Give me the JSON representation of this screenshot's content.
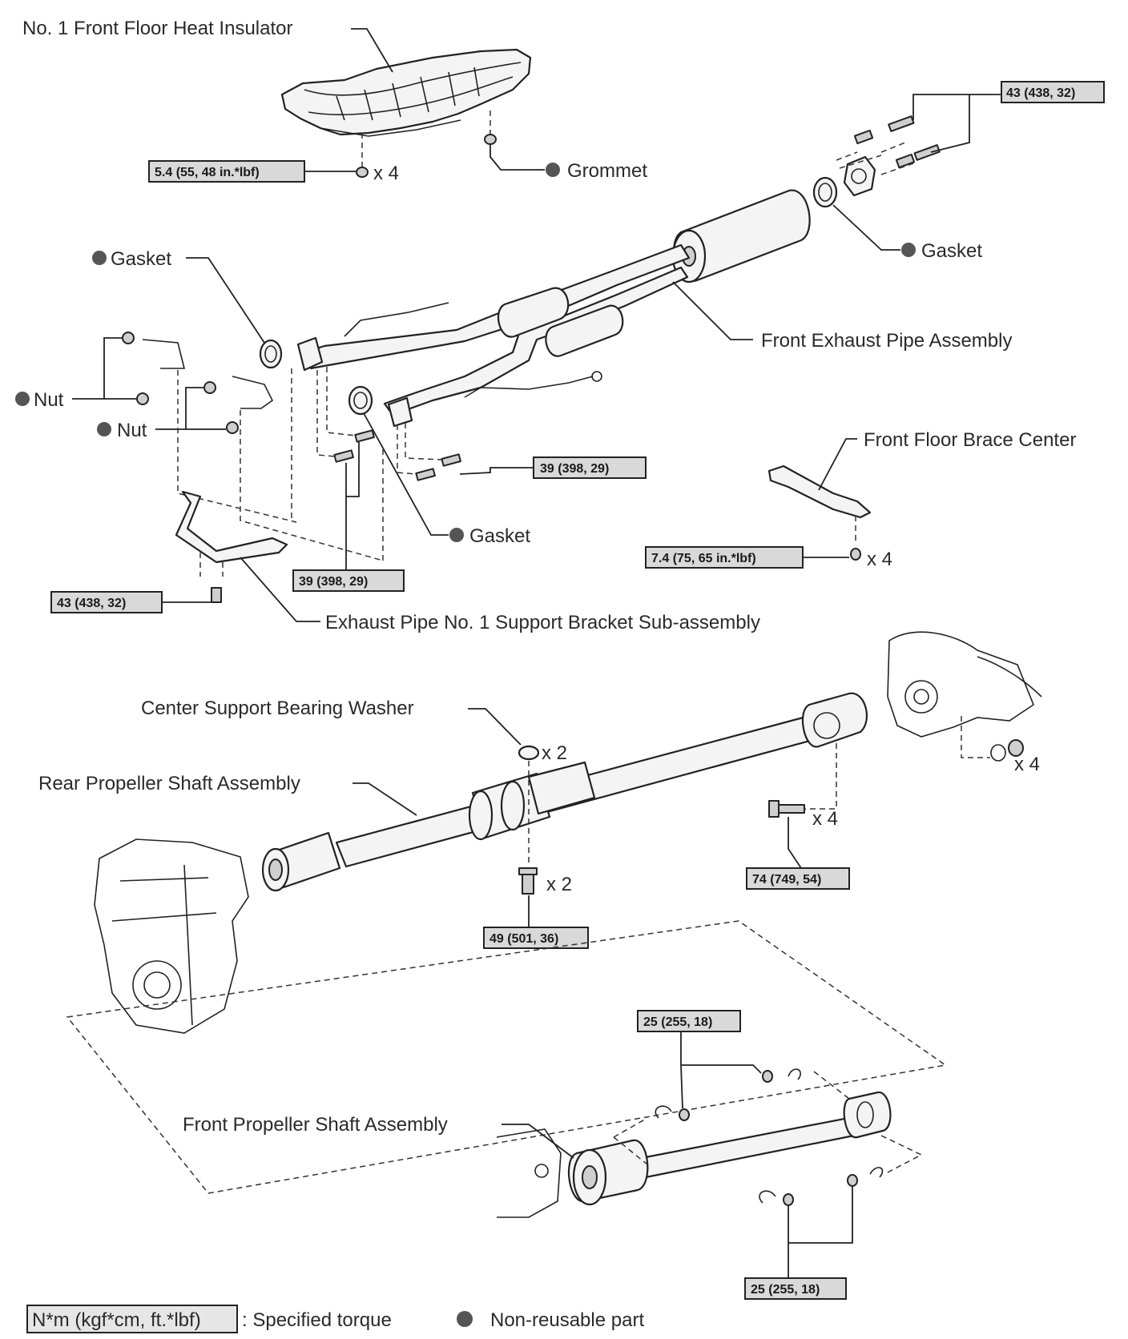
{
  "labels": {
    "heat_insulator": "No. 1 Front Floor Heat Insulator",
    "grommet": "Grommet",
    "gasket_rear": "Gasket",
    "gasket_left": "Gasket",
    "gasket_mid": "Gasket",
    "nut_upper": "Nut",
    "nut_lower": "Nut",
    "front_exhaust_pipe": "Front Exhaust Pipe Assembly",
    "floor_brace": "Front Floor Brace Center",
    "support_bracket": "Exhaust Pipe No. 1 Support Bracket Sub-assembly",
    "bearing_washer": "Center Support Bearing Washer",
    "rear_propeller_shaft": "Rear Propeller Shaft Assembly",
    "front_propeller_shaft": "Front Propeller Shaft Assembly"
  },
  "quantities": {
    "insulator_bolts": "x 4",
    "brace_bolts": "x 4",
    "washer": "x 2",
    "center_bolts": "x 2",
    "flange_bolts": "x 4",
    "diff_nuts": "x 4"
  },
  "torques": {
    "insulator": "5.4 (55, 48 in.*lbf)",
    "tail_flange": "43 (438, 32)",
    "manifold_right": "39 (398, 29)",
    "manifold_left": "39 (398, 29)",
    "brace": "7.4 (75, 65 in.*lbf)",
    "bracket": "43 (438, 32)",
    "rear_flange": "74 (749, 54)",
    "center_bearing": "49 (501, 36)",
    "front_shaft_rear": "25 (255, 18)",
    "front_shaft_front": "25 (255, 18)"
  },
  "legend": {
    "torque_unit": "N*m (kgf*cm, ft.*lbf)",
    "torque_desc": ": Specified torque",
    "nonreusable_desc": "Non-reusable part"
  }
}
